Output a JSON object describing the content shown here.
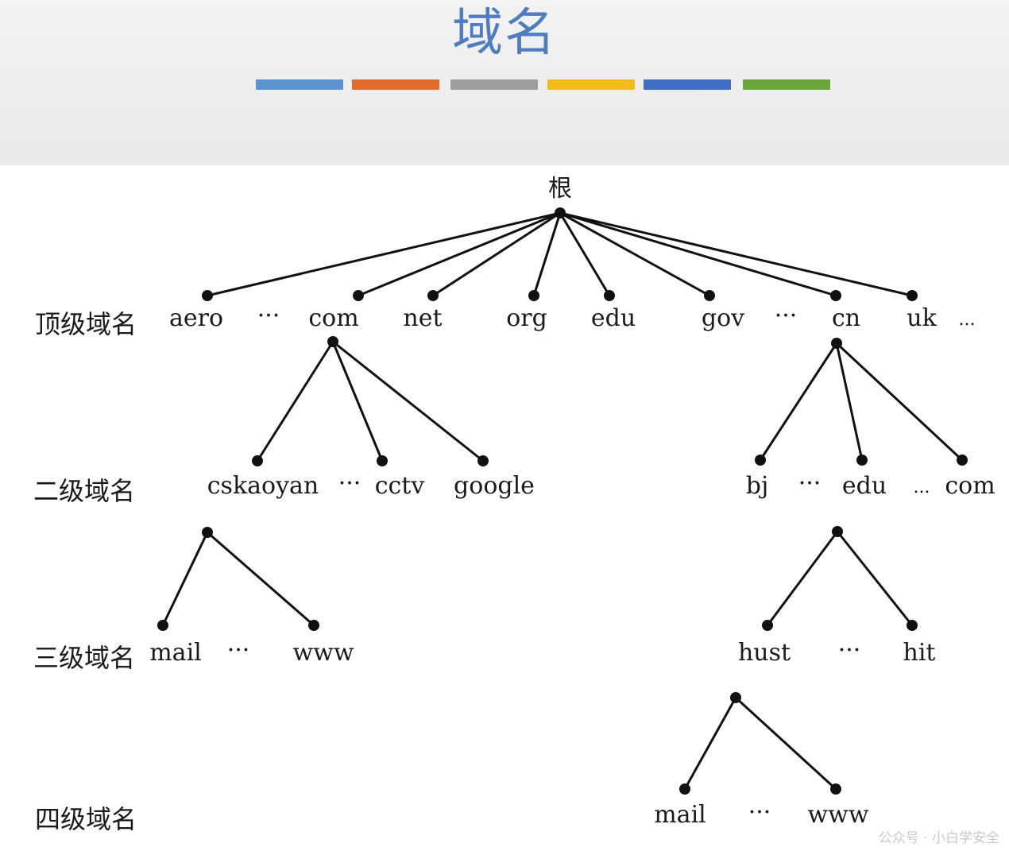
{
  "title": "域名",
  "title_color": "#4f7dc0",
  "color_bars": [
    "#5b93d0",
    "#e06b2c",
    "#9e9e9e",
    "#f2bb1a",
    "#3f6ec2",
    "#6aa53a"
  ],
  "tree": {
    "root": "根",
    "level_labels": {
      "top": "顶级域名",
      "second": "二级域名",
      "third": "三级域名",
      "fourth": "四级域名"
    },
    "top_level": {
      "aero": "aero",
      "ellipsis1": "···",
      "com": "com",
      "net": "net",
      "org": "org",
      "edu": "edu",
      "gov": "gov",
      "ellipsis2": "···",
      "cn": "cn",
      "uk": "uk",
      "ellipsis3": "..."
    },
    "second_level": {
      "cskaoyan": "cskaoyan",
      "ellipsis1": "···",
      "cctv": "cctv",
      "google": "google",
      "bj": "bj",
      "ellipsis2": "···",
      "edu": "edu",
      "ellipsis3": "...",
      "com": "com"
    },
    "third_level": {
      "mail": "mail",
      "ellipsis1": "···",
      "www": "www",
      "hust": "hust",
      "ellipsis2": "···",
      "hit": "hit"
    },
    "fourth_level": {
      "mail": "mail",
      "ellipsis1": "···",
      "www": "www"
    }
  },
  "watermark": "公众号 · 小白学安全"
}
